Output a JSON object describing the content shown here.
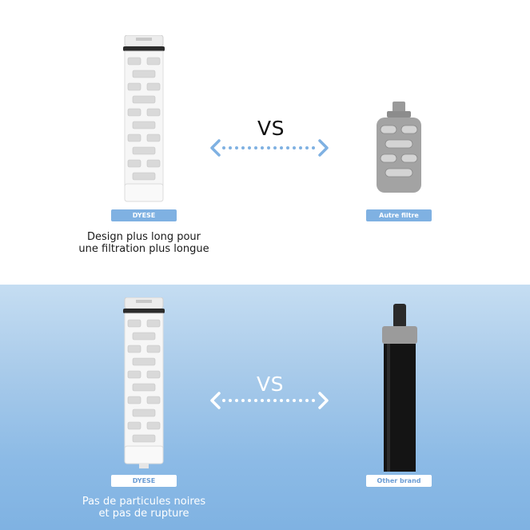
{
  "top": {
    "vs": "VS",
    "left_badge": "DYESE",
    "right_badge": "Autre filtre",
    "caption_line1": "Design plus long pour",
    "caption_line2": "une filtration plus longue"
  },
  "bottom": {
    "vs": "VS",
    "left_badge": "DYESE",
    "right_badge": "Other brand",
    "caption_line1": "Pas de particules noires",
    "caption_line2": "et pas de rupture"
  },
  "colors": {
    "accent_blue": "#7fb1e2",
    "bottom_panel_blue": "#8dbbe6",
    "arrow_top": "#7fb1e2",
    "arrow_bottom": "#ffffff"
  },
  "icons": {
    "dyese_filter": "white-cylindrical-filter-cartridge",
    "other_filter_top": "grey-short-filter-cartridge",
    "other_filter_bottom": "black-carbon-filter-cartridge",
    "double_arrow": "dotted-double-arrow-icon"
  }
}
